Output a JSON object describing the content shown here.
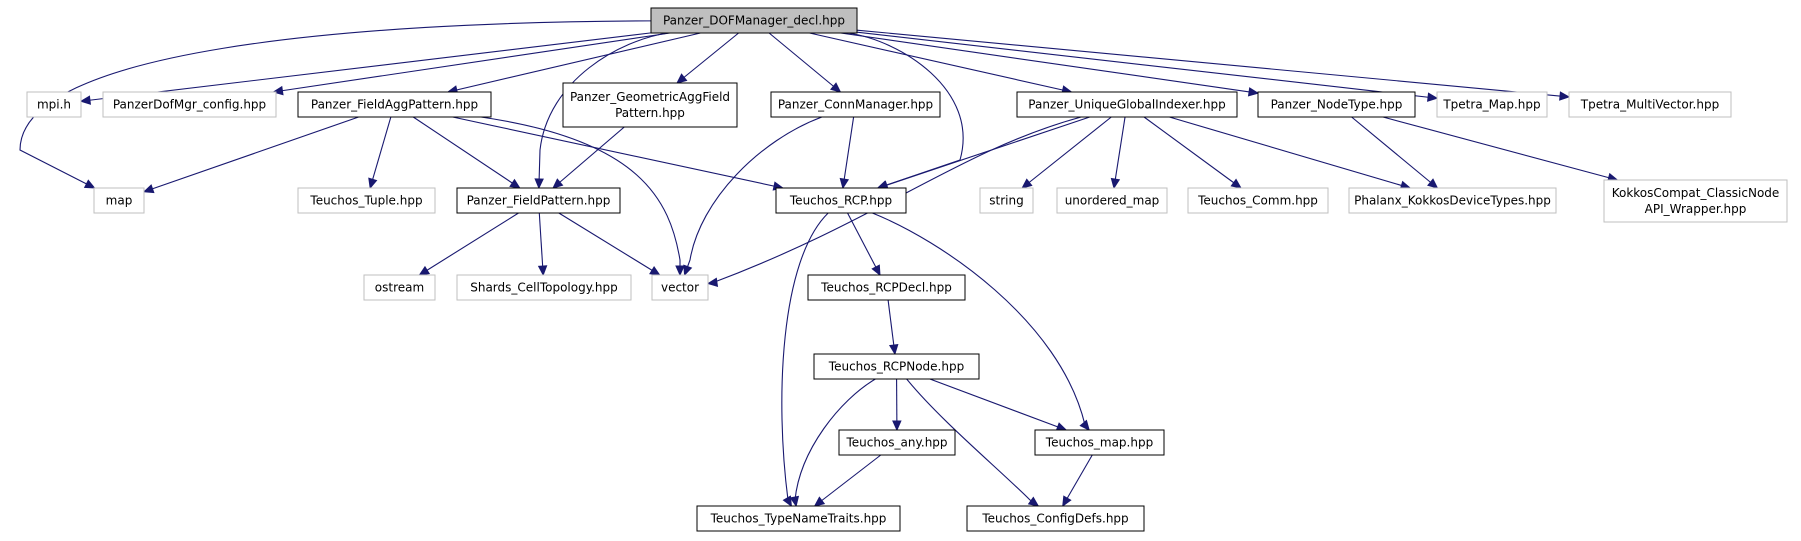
{
  "colors": {
    "edge": "#191970",
    "root_fill": "#bfbfbf",
    "documented_border": "#000000",
    "external_border": "#bfbfbf"
  },
  "nodes": [
    {
      "id": "root",
      "kind": "root",
      "lines": [
        "Panzer_DOFManager_decl.hpp"
      ]
    },
    {
      "id": "map",
      "kind": "external",
      "lines": [
        "map"
      ]
    },
    {
      "id": "mpi",
      "kind": "external",
      "lines": [
        "mpi.h"
      ]
    },
    {
      "id": "dofconfig",
      "kind": "external",
      "lines": [
        "PanzerDofMgr_config.hpp"
      ]
    },
    {
      "id": "fieldagg",
      "kind": "documented",
      "lines": [
        "Panzer_FieldAggPattern.hpp"
      ]
    },
    {
      "id": "geomagg",
      "kind": "documented",
      "lines": [
        "Panzer_GeometricAggField",
        "Pattern.hpp"
      ]
    },
    {
      "id": "conn",
      "kind": "documented",
      "lines": [
        "Panzer_ConnManager.hpp"
      ]
    },
    {
      "id": "ugi",
      "kind": "documented",
      "lines": [
        "Panzer_UniqueGlobalIndexer.hpp"
      ]
    },
    {
      "id": "nodetype",
      "kind": "documented",
      "lines": [
        "Panzer_NodeType.hpp"
      ]
    },
    {
      "id": "tpmap",
      "kind": "external",
      "lines": [
        "Tpetra_Map.hpp"
      ]
    },
    {
      "id": "tpmv",
      "kind": "external",
      "lines": [
        "Tpetra_MultiVector.hpp"
      ]
    },
    {
      "id": "tuple",
      "kind": "external",
      "lines": [
        "Teuchos_Tuple.hpp"
      ]
    },
    {
      "id": "fieldpat",
      "kind": "documented",
      "lines": [
        "Panzer_FieldPattern.hpp"
      ]
    },
    {
      "id": "rcp",
      "kind": "documented",
      "lines": [
        "Teuchos_RCP.hpp"
      ]
    },
    {
      "id": "string",
      "kind": "external",
      "lines": [
        "string"
      ]
    },
    {
      "id": "umap",
      "kind": "external",
      "lines": [
        "unordered_map"
      ]
    },
    {
      "id": "comm",
      "kind": "external",
      "lines": [
        "Teuchos_Comm.hpp"
      ]
    },
    {
      "id": "phalanx",
      "kind": "external",
      "lines": [
        "Phalanx_KokkosDeviceTypes.hpp"
      ]
    },
    {
      "id": "kokkos",
      "kind": "external",
      "lines": [
        "KokkosCompat_ClassicNode",
        "API_Wrapper.hpp"
      ]
    },
    {
      "id": "ostream",
      "kind": "external",
      "lines": [
        "ostream"
      ]
    },
    {
      "id": "shards",
      "kind": "external",
      "lines": [
        "Shards_CellTopology.hpp"
      ]
    },
    {
      "id": "vector",
      "kind": "external",
      "lines": [
        "vector"
      ]
    },
    {
      "id": "rcpdecl",
      "kind": "documented",
      "lines": [
        "Teuchos_RCPDecl.hpp"
      ]
    },
    {
      "id": "rcpnode",
      "kind": "documented",
      "lines": [
        "Teuchos_RCPNode.hpp"
      ]
    },
    {
      "id": "any",
      "kind": "documented",
      "lines": [
        "Teuchos_any.hpp"
      ]
    },
    {
      "id": "tmap",
      "kind": "documented",
      "lines": [
        "Teuchos_map.hpp"
      ]
    },
    {
      "id": "typename",
      "kind": "documented",
      "lines": [
        "Teuchos_TypeNameTraits.hpp"
      ]
    },
    {
      "id": "configdefs",
      "kind": "documented",
      "lines": [
        "Teuchos_ConfigDefs.hpp"
      ]
    }
  ],
  "edges": [
    [
      "root",
      "map"
    ],
    [
      "root",
      "mpi"
    ],
    [
      "root",
      "dofconfig"
    ],
    [
      "root",
      "fieldagg"
    ],
    [
      "root",
      "fieldpat"
    ],
    [
      "root",
      "geomagg"
    ],
    [
      "root",
      "conn"
    ],
    [
      "root",
      "rcp"
    ],
    [
      "root",
      "ugi"
    ],
    [
      "root",
      "nodetype"
    ],
    [
      "root",
      "tpmap"
    ],
    [
      "root",
      "tpmv"
    ],
    [
      "fieldagg",
      "map"
    ],
    [
      "fieldagg",
      "tuple"
    ],
    [
      "fieldagg",
      "fieldpat"
    ],
    [
      "fieldagg",
      "rcp"
    ],
    [
      "fieldagg",
      "vector"
    ],
    [
      "geomagg",
      "fieldpat"
    ],
    [
      "conn",
      "rcp"
    ],
    [
      "conn",
      "vector"
    ],
    [
      "ugi",
      "rcp"
    ],
    [
      "ugi",
      "vector"
    ],
    [
      "ugi",
      "string"
    ],
    [
      "ugi",
      "umap"
    ],
    [
      "ugi",
      "comm"
    ],
    [
      "ugi",
      "phalanx"
    ],
    [
      "nodetype",
      "phalanx"
    ],
    [
      "nodetype",
      "kokkos"
    ],
    [
      "fieldpat",
      "ostream"
    ],
    [
      "fieldpat",
      "shards"
    ],
    [
      "fieldpat",
      "vector"
    ],
    [
      "rcp",
      "rcpdecl"
    ],
    [
      "rcp",
      "typename"
    ],
    [
      "rcp",
      "tmap"
    ],
    [
      "rcpdecl",
      "rcpnode"
    ],
    [
      "rcpnode",
      "typename"
    ],
    [
      "rcpnode",
      "any"
    ],
    [
      "rcpnode",
      "tmap"
    ],
    [
      "rcpnode",
      "configdefs"
    ],
    [
      "any",
      "typename"
    ],
    [
      "tmap",
      "configdefs"
    ]
  ]
}
